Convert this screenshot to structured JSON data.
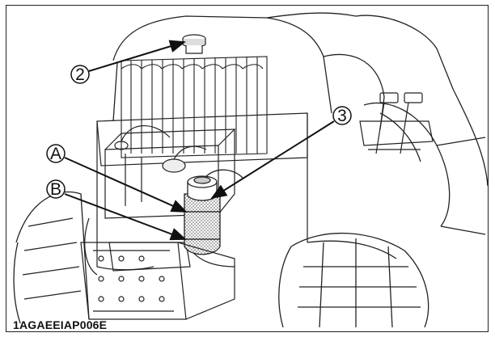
{
  "figure": {
    "code": "1AGAEEIAP006E"
  },
  "callouts": [
    {
      "id": "2",
      "label": "2"
    },
    {
      "id": "3",
      "label": "3"
    },
    {
      "id": "A",
      "label": "A"
    },
    {
      "id": "B",
      "label": "B"
    }
  ],
  "colors": {
    "ink": "#111111",
    "background": "#ffffff",
    "frame": "#222222"
  }
}
